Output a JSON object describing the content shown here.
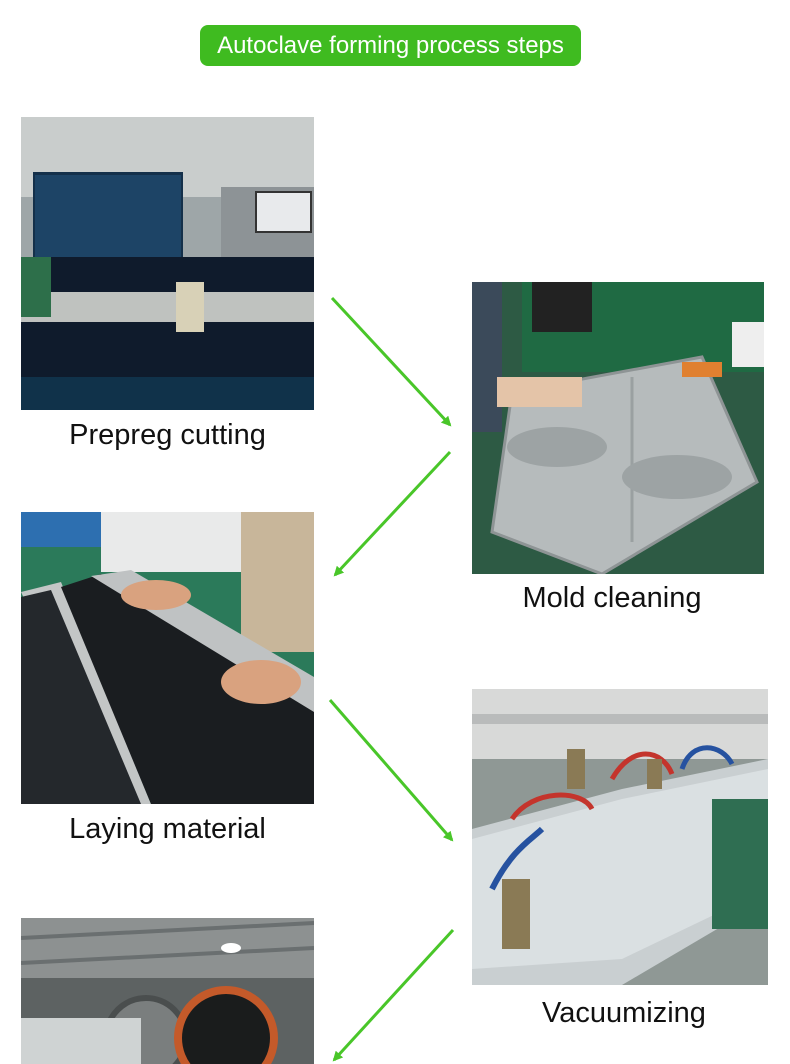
{
  "title": "Autoclave forming process steps",
  "accent_color": "#3fbb20",
  "steps": [
    {
      "caption": "Prepreg cutting"
    },
    {
      "caption": "Mold cleaning"
    },
    {
      "caption": "Laying material"
    },
    {
      "caption": "Vacuumizing"
    },
    {
      "caption": ""
    }
  ],
  "arrow_icon": "arrow-down-right / arrow-down-left"
}
